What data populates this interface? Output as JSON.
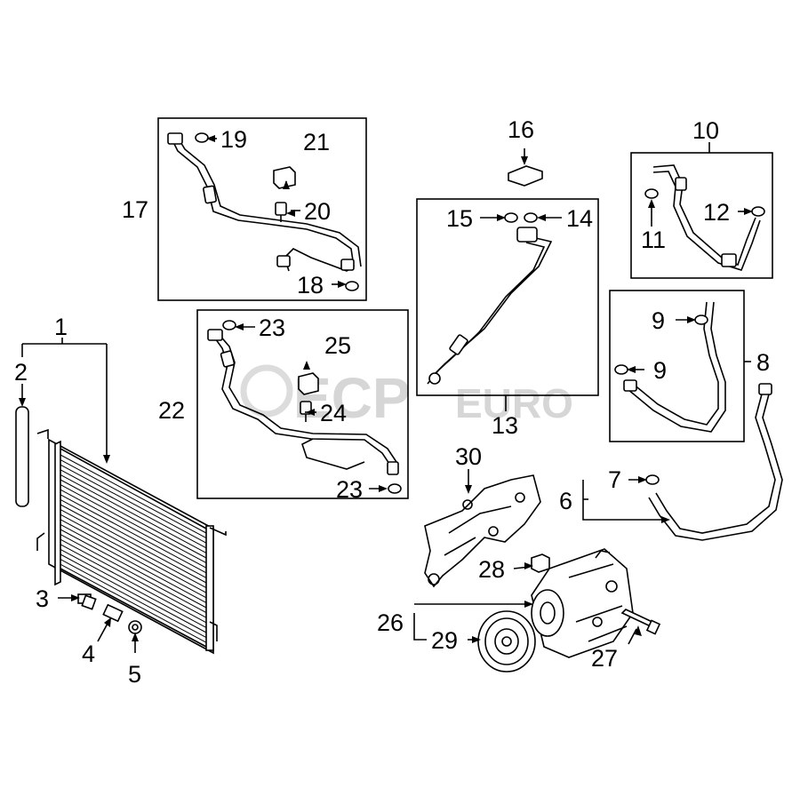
{
  "callouts": {
    "c1": "1",
    "c2": "2",
    "c3": "3",
    "c4": "4",
    "c5": "5",
    "c6": "6",
    "c7": "7",
    "c8": "8",
    "c9a": "9",
    "c9b": "9",
    "c10": "10",
    "c11": "11",
    "c12": "12",
    "c13": "13",
    "c14": "14",
    "c15": "15",
    "c16": "16",
    "c17": "17",
    "c18": "18",
    "c19": "19",
    "c20": "20",
    "c21": "21",
    "c22": "22",
    "c23a": "23",
    "c23b": "23",
    "c24": "24",
    "c25": "25",
    "c26": "26",
    "c27": "27",
    "c28": "28",
    "c29": "29",
    "c30": "30"
  },
  "watermark": {
    "brand": "ECP",
    "suffix": "EURO"
  }
}
